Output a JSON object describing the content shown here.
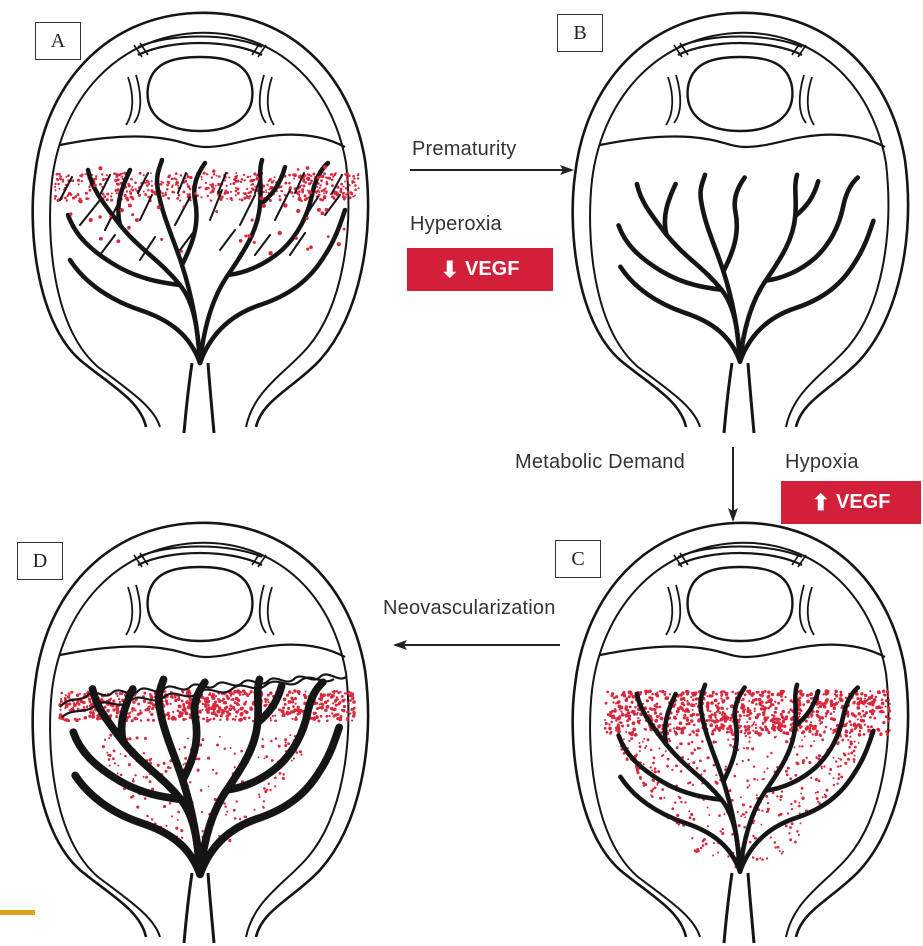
{
  "panels": [
    {
      "id": "A",
      "label": "A",
      "stage": "retina-normal-vessels"
    },
    {
      "id": "B",
      "label": "B",
      "stage": "retina-vessel-growth-arrested"
    },
    {
      "id": "C",
      "label": "C",
      "stage": "retina-hypoxic-avascular"
    },
    {
      "id": "D",
      "label": "D",
      "stage": "retina-neovascularization"
    }
  ],
  "transitions": {
    "a_to_b": {
      "label": "Prematurity"
    },
    "b_to_c": {
      "label": "Metabolic Demand"
    },
    "c_to_d": {
      "label": "Neovascularization"
    }
  },
  "conditions": {
    "hyperoxia": {
      "label": "Hyperoxia",
      "effect_text": "VEGF",
      "effect_direction": "down"
    },
    "hypoxia": {
      "label": "Hypoxia",
      "effect_text": "VEGF",
      "effect_direction": "up"
    }
  },
  "colors": {
    "ink": "#151515",
    "vegf_box": "#d21f3a",
    "vegf_dots": "#d8283e",
    "accent": "#e0a21b"
  }
}
